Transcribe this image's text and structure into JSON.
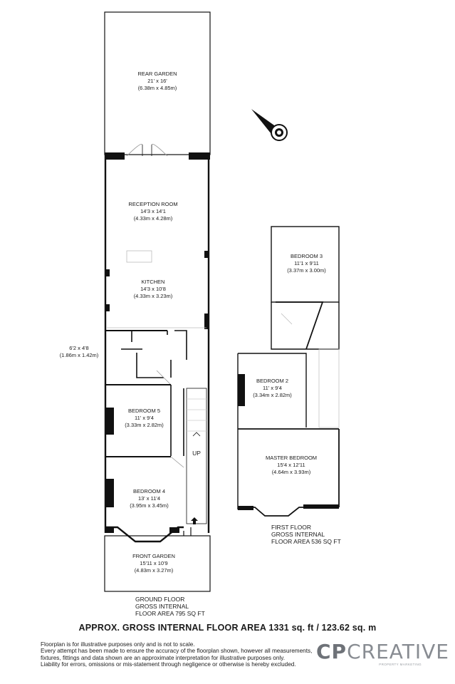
{
  "rooms": {
    "rear_garden": {
      "name": "REAR GARDEN",
      "imperial": "21' x 16'",
      "metric": "(6.38m x 4.85m)"
    },
    "reception": {
      "name": "RECEPTION ROOM",
      "imperial": "14'3 x 14'1",
      "metric": "(4.33m x 4.28m)"
    },
    "kitchen": {
      "name": "KITCHEN",
      "imperial": "14'3 x 10'8",
      "metric": "(4.33m x 3.23m)"
    },
    "utility": {
      "imperial": "6'2 x 4'8",
      "metric": "(1.86m x 1.42m)"
    },
    "bedroom5": {
      "name": "BEDROOM 5",
      "imperial": "11' x 9'4",
      "metric": "(3.33m x 2.82m)"
    },
    "bedroom4": {
      "name": "BEDROOM 4",
      "imperial": "13' x 11'4",
      "metric": "(3.95m x 3.45m)"
    },
    "front_garden": {
      "name": "FRONT GARDEN",
      "imperial": "15'11 x 10'9",
      "metric": "(4.83m x 3.27m)"
    },
    "bedroom3": {
      "name": "BEDROOM 3",
      "imperial": "11'1 x 9'11",
      "metric": "(3.37m x 3.00m)"
    },
    "bedroom2": {
      "name": "BEDROOM 2",
      "imperial": "11' x 9'4",
      "metric": "(3.34m x 2.82m)"
    },
    "master": {
      "name": "MASTER BEDROOM",
      "imperial": "15'4 x 12'11",
      "metric": "(4.64m x 3.93m)"
    }
  },
  "stair_label": "UP",
  "ground_floor": {
    "line1": "GROUND FLOOR",
    "line2": "GROSS INTERNAL",
    "line3": "FLOOR AREA 795 SQ FT"
  },
  "first_floor": {
    "line1": "FIRST FLOOR",
    "line2": "GROSS INTERNAL",
    "line3": "FLOOR AREA 536 SQ FT"
  },
  "total_area": "APPROX. GROSS INTERNAL FLOOR  AREA 1331 sq. ft / 123.62 sq. m",
  "disclaimer": [
    "Floorplan is for illustrative purposes only and is not to scale.",
    "Every attempt has been made to ensure the accuracy of the floorplan shown, however all measurements,",
    "fixtures, fittings and data shown are an approximate interpretation for illustrative purposes only.",
    "Liability for errors, omissions or mis-statement through negligence or otherwise is hereby excluded."
  ],
  "logo": {
    "cp": "CP",
    "creative": "CREATIVE",
    "tagline": "PROPERTY MARKETING"
  },
  "colors": {
    "wall": "#111111",
    "line": "#222222",
    "fixture": "#bbbbbb",
    "logo": "#888c92"
  },
  "icons": {
    "compass": "compass-icon",
    "entrance": "entrance-arrow-icon"
  }
}
